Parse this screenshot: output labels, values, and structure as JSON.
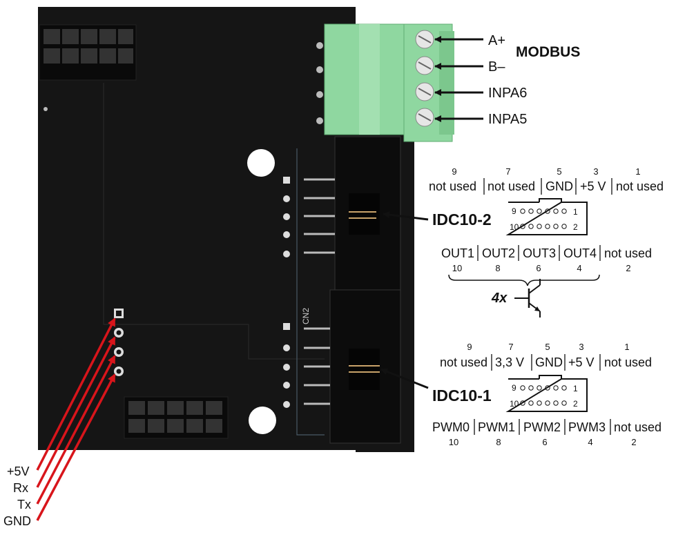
{
  "modbus": {
    "title": "MODBUS",
    "terminals": [
      "A+",
      "B–",
      "INPA6",
      "INPA5"
    ]
  },
  "idc2": {
    "name": "IDC10-2",
    "top_numbers": [
      "9",
      "7",
      "5",
      "3",
      "1"
    ],
    "top_labels": [
      "not used",
      "not used",
      "GND",
      "+5 V",
      "not used"
    ],
    "bottom_labels": [
      "OUT1",
      "OUT2",
      "OUT3",
      "OUT4",
      "not used"
    ],
    "bottom_numbers": [
      "10",
      "8",
      "6",
      "4",
      "2"
    ],
    "pin_top_left": "9",
    "pin_top_right": "1",
    "pin_bottom_left": "10",
    "pin_bottom_right": "2",
    "transistor_label": "4x"
  },
  "idc1": {
    "name": "IDC10-1",
    "top_numbers": [
      "9",
      "7",
      "5",
      "3",
      "1"
    ],
    "top_labels": [
      "not used",
      "3,3 V",
      "GND",
      "+5 V",
      "not used"
    ],
    "bottom_labels": [
      "PWM0",
      "PWM1",
      "PWM2",
      "PWM3",
      "not used"
    ],
    "bottom_numbers": [
      "10",
      "8",
      "6",
      "4",
      "2"
    ],
    "pin_top_left": "9",
    "pin_top_right": "1",
    "pin_bottom_left": "10",
    "pin_bottom_right": "2"
  },
  "board": {
    "silk_cn2": "CN2"
  },
  "serial_labels": [
    "+5V",
    "Rx",
    "Tx",
    "GND"
  ],
  "colors": {
    "pcb": "#151515",
    "terminal_green": "#8fd7a0",
    "arrow_red": "#d8151b",
    "text": "#111111"
  }
}
